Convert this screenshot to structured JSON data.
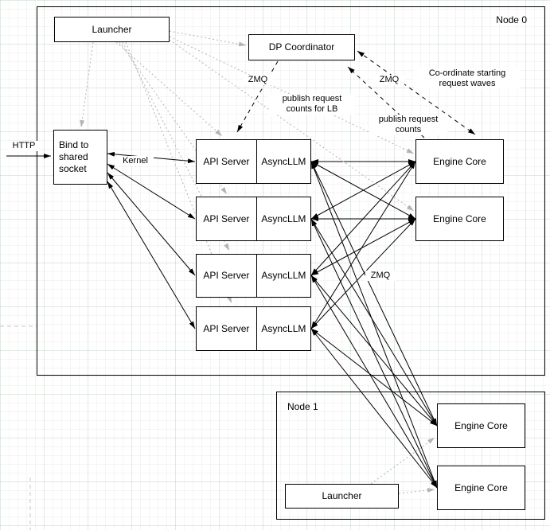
{
  "colors": {
    "box_border": "#000000",
    "box_fill": "#ffffff",
    "edge_solid": "#000000",
    "edge_dashed": "#000000",
    "edge_dotted_gray": "#b3b3b3"
  },
  "containers": {
    "node0": "Node 0",
    "node1": "Node 1"
  },
  "boxes": {
    "launcher0": "Launcher",
    "dp_coordinator": "DP Coordinator",
    "bind_socket": "Bind to shared socket",
    "launcher1": "Launcher"
  },
  "api_rows": [
    {
      "server": "API Server",
      "llm": "AsyncLLM"
    },
    {
      "server": "API Server",
      "llm": "AsyncLLM"
    },
    {
      "server": "API Server",
      "llm": "AsyncLLM"
    },
    {
      "server": "API Server",
      "llm": "AsyncLLM"
    }
  ],
  "engine_cores": {
    "node0": [
      "Engine Core",
      "Engine Core"
    ],
    "node1": [
      "Engine Core",
      "Engine Core"
    ]
  },
  "edge_labels": {
    "http": "HTTP",
    "kernel": "Kernel",
    "zmq_dp_api": "ZMQ",
    "zmq_engine_dp": "ZMQ",
    "zmq_mesh": "ZMQ",
    "publish_lb": "publish request counts for LB",
    "publish_counts": "publish request counts",
    "coordinate": "Co-ordinate starting request waves"
  }
}
